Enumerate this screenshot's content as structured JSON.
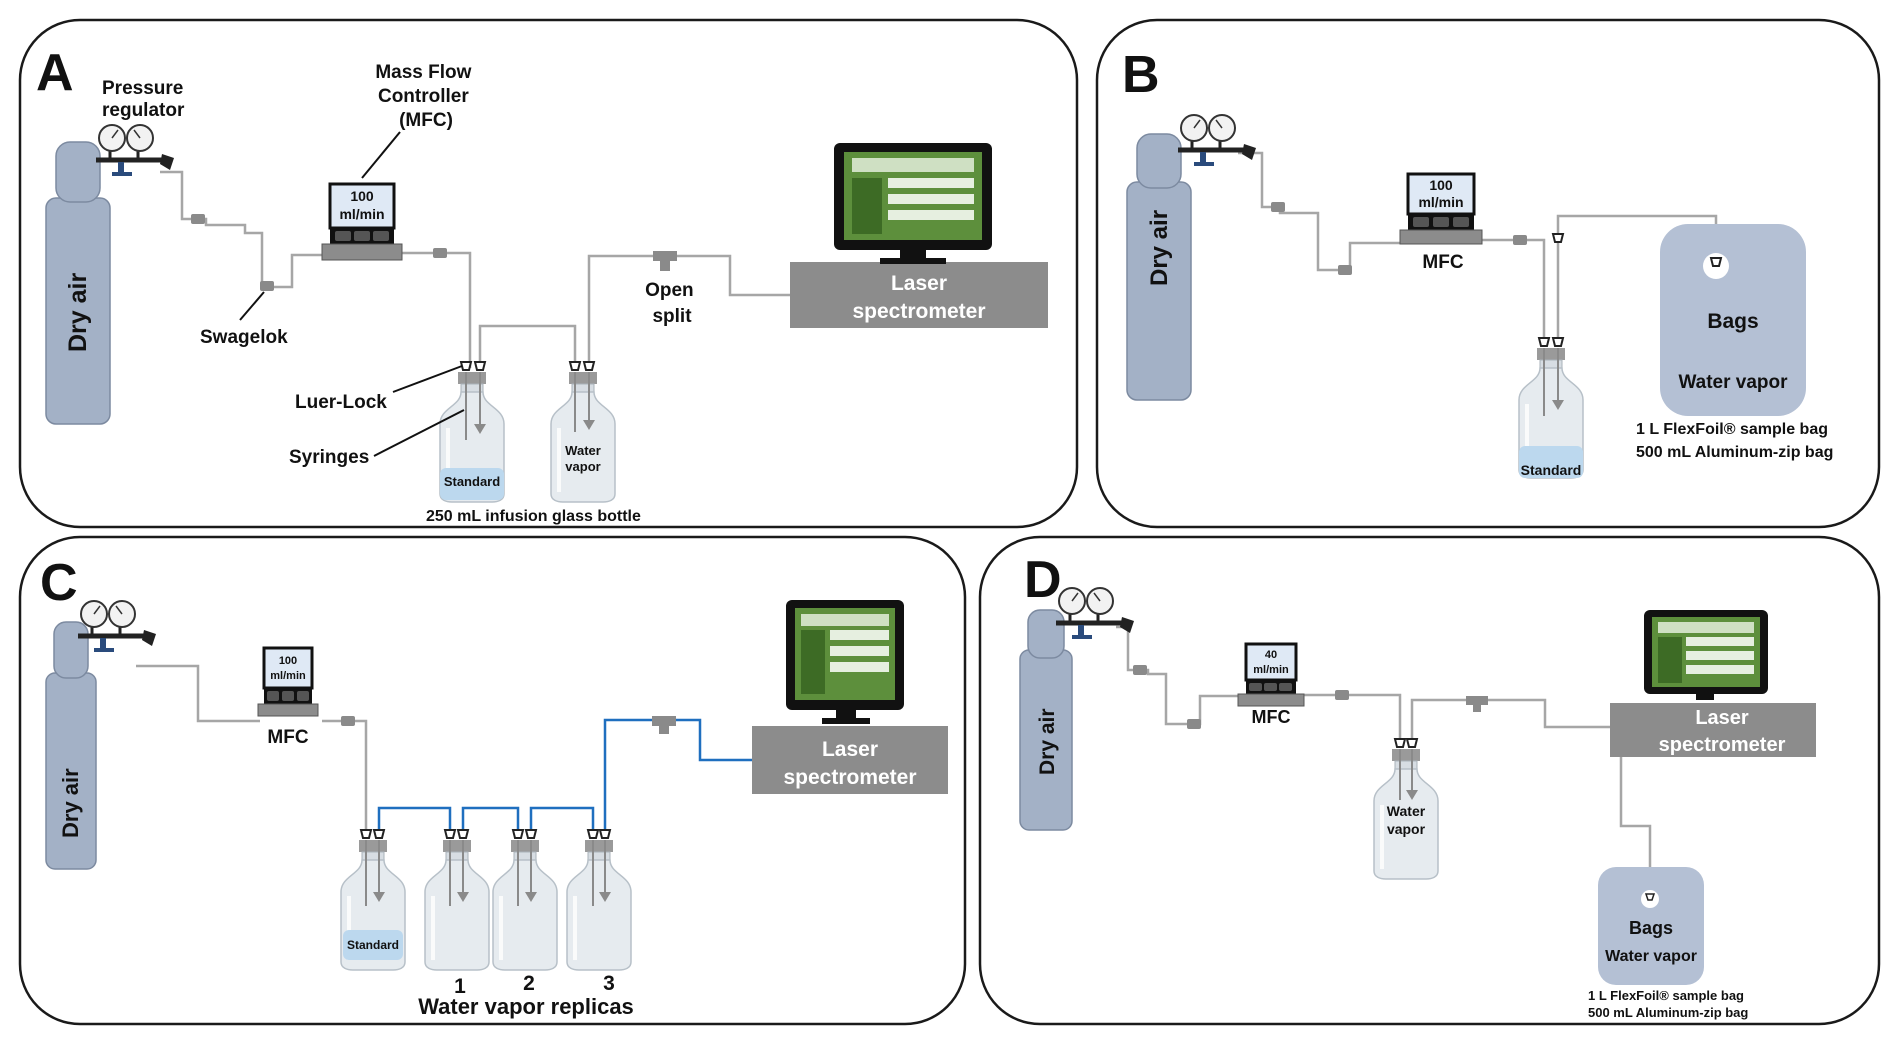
{
  "panels": {
    "a": {
      "letter": "A",
      "pressure_regulator": [
        "Pressure",
        "regulator"
      ],
      "mfc_label": [
        "Mass Flow",
        "Controller",
        "(MFC)"
      ],
      "mfc_display": [
        "100",
        "ml/min"
      ],
      "swagelok": "Swagelok",
      "luer_lock": "Luer-Lock",
      "syringes": "Syringes",
      "dry_air": "Dry air",
      "open_split": [
        "Open",
        "split"
      ],
      "laser": [
        "Laser",
        "spectrometer"
      ],
      "standard": "Standard",
      "water_vapor": [
        "Water",
        "vapor"
      ],
      "bottle_caption": "250 mL infusion glass bottle"
    },
    "b": {
      "letter": "B",
      "dry_air": "Dry air",
      "mfc_display": [
        "100",
        "ml/min"
      ],
      "mfc": "MFC",
      "bags": "Bags",
      "water_vapor": "Water vapor",
      "standard": "Standard",
      "bag_note_1": "1 L FlexFoil® sample bag",
      "bag_note_2": "500 mL Aluminum-zip bag"
    },
    "c": {
      "letter": "C",
      "dry_air": "Dry air",
      "mfc_display": [
        "100",
        "ml/min"
      ],
      "mfc": "MFC",
      "laser": [
        "Laser",
        "spectrometer"
      ],
      "standard": "Standard",
      "replica_numbers": [
        "1",
        "2",
        "3"
      ],
      "replicas_caption": "Water vapor replicas"
    },
    "d": {
      "letter": "D",
      "dry_air": "Dry air",
      "mfc_display": [
        "40",
        "ml/min"
      ],
      "mfc": "MFC",
      "laser": [
        "Laser",
        "spectrometer"
      ],
      "water_vapor": [
        "Water",
        "vapor"
      ],
      "bags": "Bags",
      "bags_water_vapor": "Water vapor",
      "bag_note_1": "1 L FlexFoil® sample bag",
      "bag_note_2": "500 mL Aluminum-zip bag"
    }
  },
  "colors": {
    "cylinder": "#a3b1c6",
    "tubing": "#a6a6a6",
    "tubing_blue": "#1f6fbf",
    "spectrometer": "#8c8c8c",
    "monitor_frame": "#111111",
    "screen_green": "#5d8f3c",
    "bag": "#b4c0d4",
    "water": "#bcd8ee",
    "panel_border": "#1a1a1a"
  }
}
